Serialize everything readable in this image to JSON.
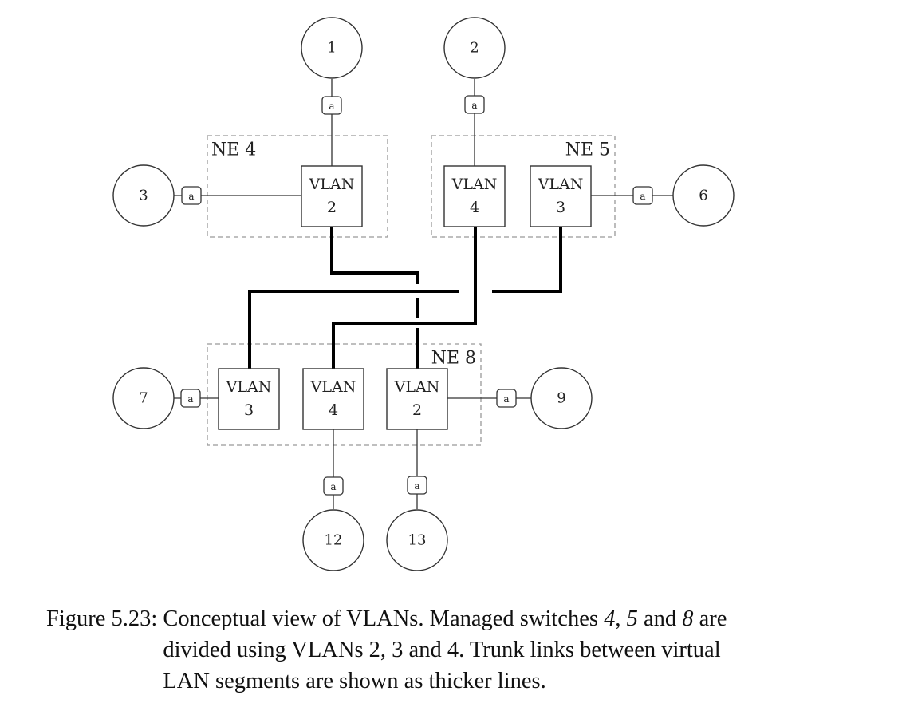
{
  "diagram": {
    "hosts": [
      "1",
      "2",
      "3",
      "6",
      "7",
      "9",
      "12",
      "13"
    ],
    "port_label": "a",
    "vlan_word": "VLAN",
    "vlans": [
      "2",
      "4",
      "3",
      "3",
      "4",
      "2"
    ],
    "network_elements": [
      "NE 4",
      "NE 5",
      "NE 8"
    ]
  },
  "caption": {
    "label": "Figure 5.23:",
    "lines": [
      [
        "Conceptual view of VLANs.  Managed switches ",
        {
          "em": "4"
        },
        ", ",
        {
          "em": "5"
        },
        " and ",
        {
          "em": "8"
        },
        " are"
      ],
      [
        "divided using VLANs 2, 3 and 4.  Trunk links between virtual"
      ],
      [
        "LAN segments are shown as thicker lines."
      ]
    ]
  }
}
